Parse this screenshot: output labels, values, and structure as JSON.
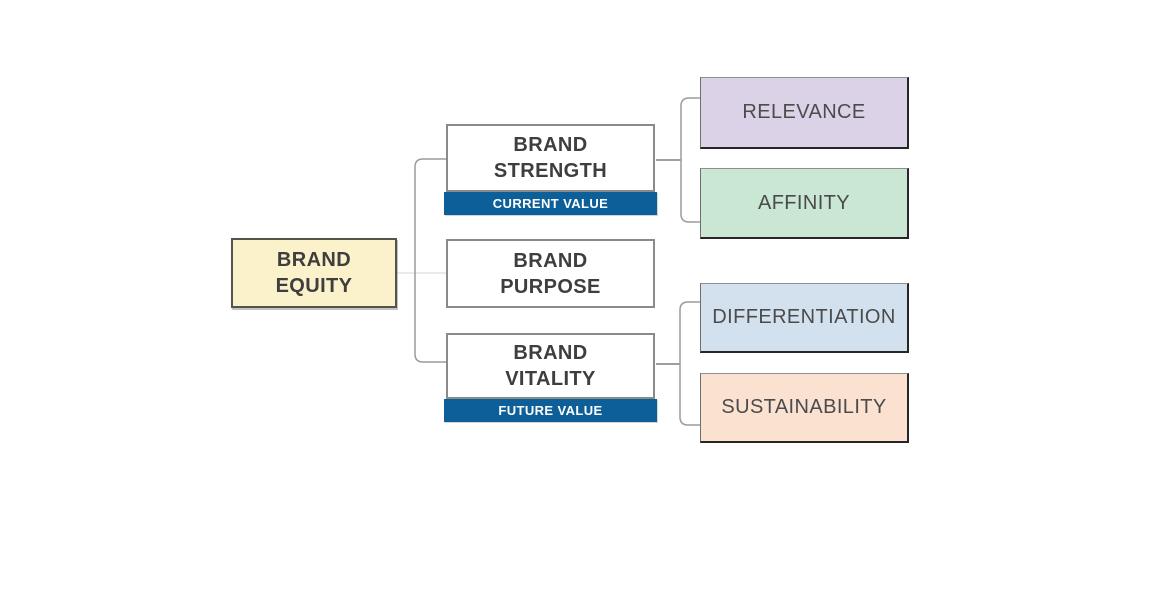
{
  "colors": {
    "banner_fill": "#0D5F99",
    "equity_fill": "#FBF1CB",
    "relevance_fill": "#DCD2E8",
    "affinity_fill": "#C9E7D3",
    "differentiation_fill": "#D3E1EF",
    "sustainability_fill": "#FBE1D0",
    "connector": "#9B9B9B",
    "connector_dark": "#7E7E7E",
    "connector_light": "#E3E3E3"
  },
  "boxes": {
    "brand_equity": {
      "line1": "BRAND",
      "line2": "EQUITY"
    },
    "brand_strength": {
      "line1": "BRAND",
      "line2": "STRENGTH",
      "banner": "CURRENT VALUE"
    },
    "brand_purpose": {
      "line1": "BRAND",
      "line2": "PURPOSE"
    },
    "brand_vitality": {
      "line1": "BRAND",
      "line2": "VITALITY",
      "banner": "FUTURE VALUE"
    },
    "relevance": {
      "label": "RELEVANCE"
    },
    "affinity": {
      "label": "AFFINITY"
    },
    "differentiation": {
      "label": "DIFFERENTIATION"
    },
    "sustainability": {
      "label": "SUSTAINABILITY"
    }
  }
}
